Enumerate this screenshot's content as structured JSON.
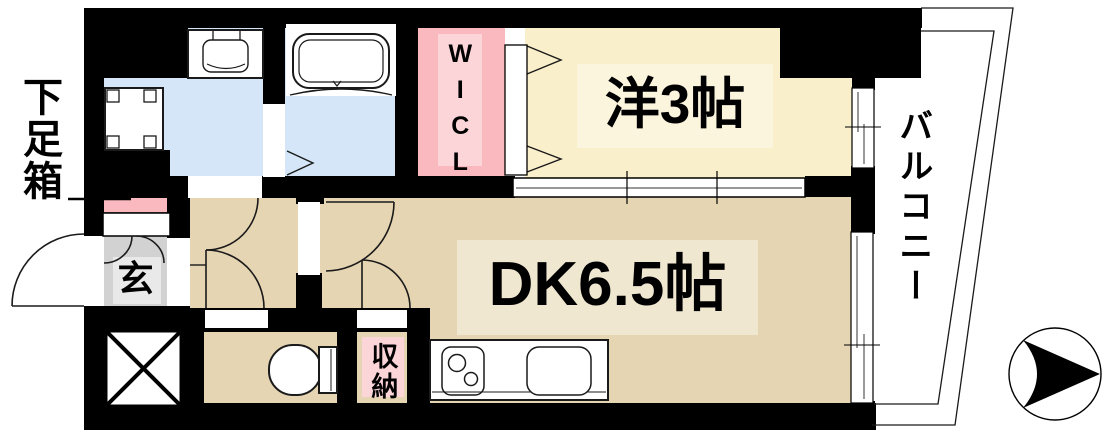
{
  "plan": {
    "type": "apartment-floor-plan",
    "labels": {
      "shoe_cabinet": "下足箱",
      "entrance": "玄",
      "walk_in_closet": "WICL",
      "western_room": "洋3帖",
      "dining_kitchen": "DK6.5帖",
      "storage": "収納",
      "balcony": "バルコニー"
    },
    "colors": {
      "wall": "#000000",
      "exterior": "#ffffff",
      "western_room": "#FAEFCB",
      "western_room_label_bg": "#FCF5DE",
      "dining_kitchen": "#E6D5B3",
      "dining_kitchen_label_bg": "#F0E7D1",
      "wet_area": "#D4E6F7",
      "closet_pink": "#F9B9BF",
      "closet_pink_light": "#FBD5D8",
      "entrance_gray": "#D2D2D2",
      "entrance_gray_light": "#E9E9E9",
      "line": "#1a1a1a"
    },
    "fixtures": [
      "washbasin-icon",
      "washing-machine-pan-icon",
      "bathtub-icon",
      "toilet-icon",
      "kitchen-counter-icon",
      "gas-stove-icon",
      "kitchen-sink-icon",
      "shaft-x-icon",
      "north-arrow-icon",
      "door-swing-arc",
      "sliding-window",
      "sliding-partition",
      "folding-door-arrow"
    ]
  }
}
